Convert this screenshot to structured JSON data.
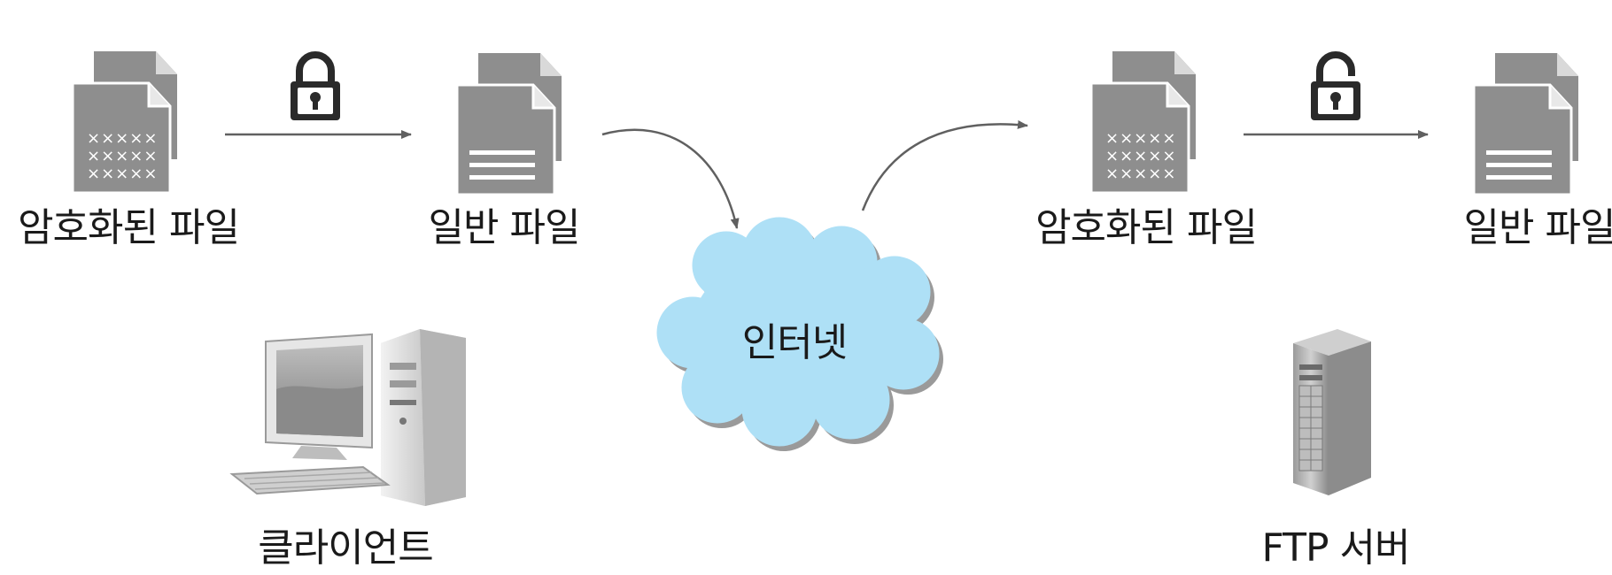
{
  "labels": {
    "encrypted_left": "암호화된 파일",
    "plain_left": "일반 파일",
    "encrypted_right": "암호화된 파일",
    "plain_right": "일반 파일",
    "internet": "인터넷",
    "client": "클라이언트",
    "server": "FTP 서버"
  },
  "icons": {
    "locked": "padlock-locked-icon",
    "unlocked": "padlock-unlocked-icon",
    "encrypted_document": "encrypted-document-stack-icon",
    "plain_document": "document-stack-icon",
    "computer": "desktop-computer-icon",
    "server": "server-tower-icon",
    "cloud": "cloud-icon"
  },
  "colors": {
    "document": "#8e8e8e",
    "document_fold": "#d9d9d9",
    "arrow": "#606060",
    "lock": "#2a2a2a",
    "cloud": "#aee0f6",
    "cloud_shadow": "#9a9a9a",
    "text": "#1a1a1a"
  }
}
